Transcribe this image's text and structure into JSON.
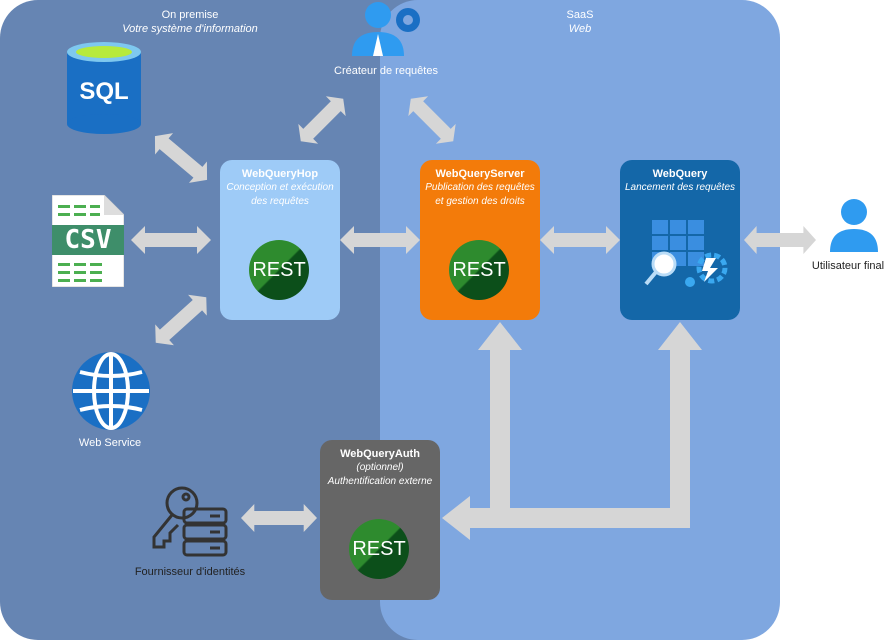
{
  "zones": {
    "onprem": {
      "title": "On premise",
      "subtitle": "Votre système d'information"
    },
    "saas": {
      "title": "SaaS",
      "subtitle": "Web"
    }
  },
  "sources": {
    "sql_text": "SQL",
    "csv_text": "CSV",
    "webservice_label": "Web Service",
    "idp_label": "Fournisseur d'identités"
  },
  "actors": {
    "creator_label": "Créateur de requêtes",
    "end_user_label": "Utilisateur final"
  },
  "components": {
    "hop": {
      "title": "WebQueryHop",
      "desc": "Conception et exécution des requêtes",
      "badge": "REST"
    },
    "server": {
      "title": "WebQueryServer",
      "desc": "Publication des requêtes et gestion des droits",
      "badge": "REST"
    },
    "webquery": {
      "title": "WebQuery",
      "desc": "Lancement des requêtes"
    },
    "auth": {
      "title": "WebQueryAuth",
      "optional": "(optionnel)",
      "desc": "Authentification externe",
      "badge": "REST"
    }
  },
  "colors": {
    "onprem": "#6685b3",
    "saas": "#7fa7e0",
    "hop": "#9ecbf7",
    "server": "#f37b0a",
    "webquery": "#1467a8",
    "auth": "#666666",
    "arrow": "#d6d6d6"
  },
  "icons": [
    "sql-database-icon",
    "csv-file-icon",
    "globe-icon",
    "user-gear-icon",
    "user-icon",
    "key-server-icon",
    "dashboard-icon"
  ]
}
